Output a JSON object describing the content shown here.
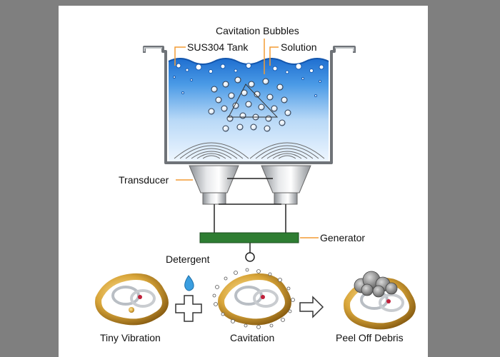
{
  "labels": {
    "cavitation_bubbles": "Cavitation Bubbles",
    "tank": "SUS304 Tank",
    "solution": "Solution",
    "transducer": "Transducer",
    "generator": "Generator",
    "detergent": "Detergent",
    "tiny_vibration": "Tiny Vibration",
    "cavitation": "Cavitation",
    "peel_off_debris": "Peel Off Debris"
  },
  "colors": {
    "background": "#7f7f7f",
    "panel": "#ffffff",
    "water_top": "#1f6fd0",
    "water_bottom": "#e9f3ff",
    "tank_steel": "#6f7378",
    "generator": "#2e7d32",
    "leader_line": "#f39c34",
    "detergent_drop": "#3a9ee0",
    "gold": "#c9962a"
  },
  "icons": {
    "plus": "plus-icon",
    "arrow": "right-arrow-icon",
    "drop": "water-drop-icon",
    "plug": "power-plug-icon"
  }
}
